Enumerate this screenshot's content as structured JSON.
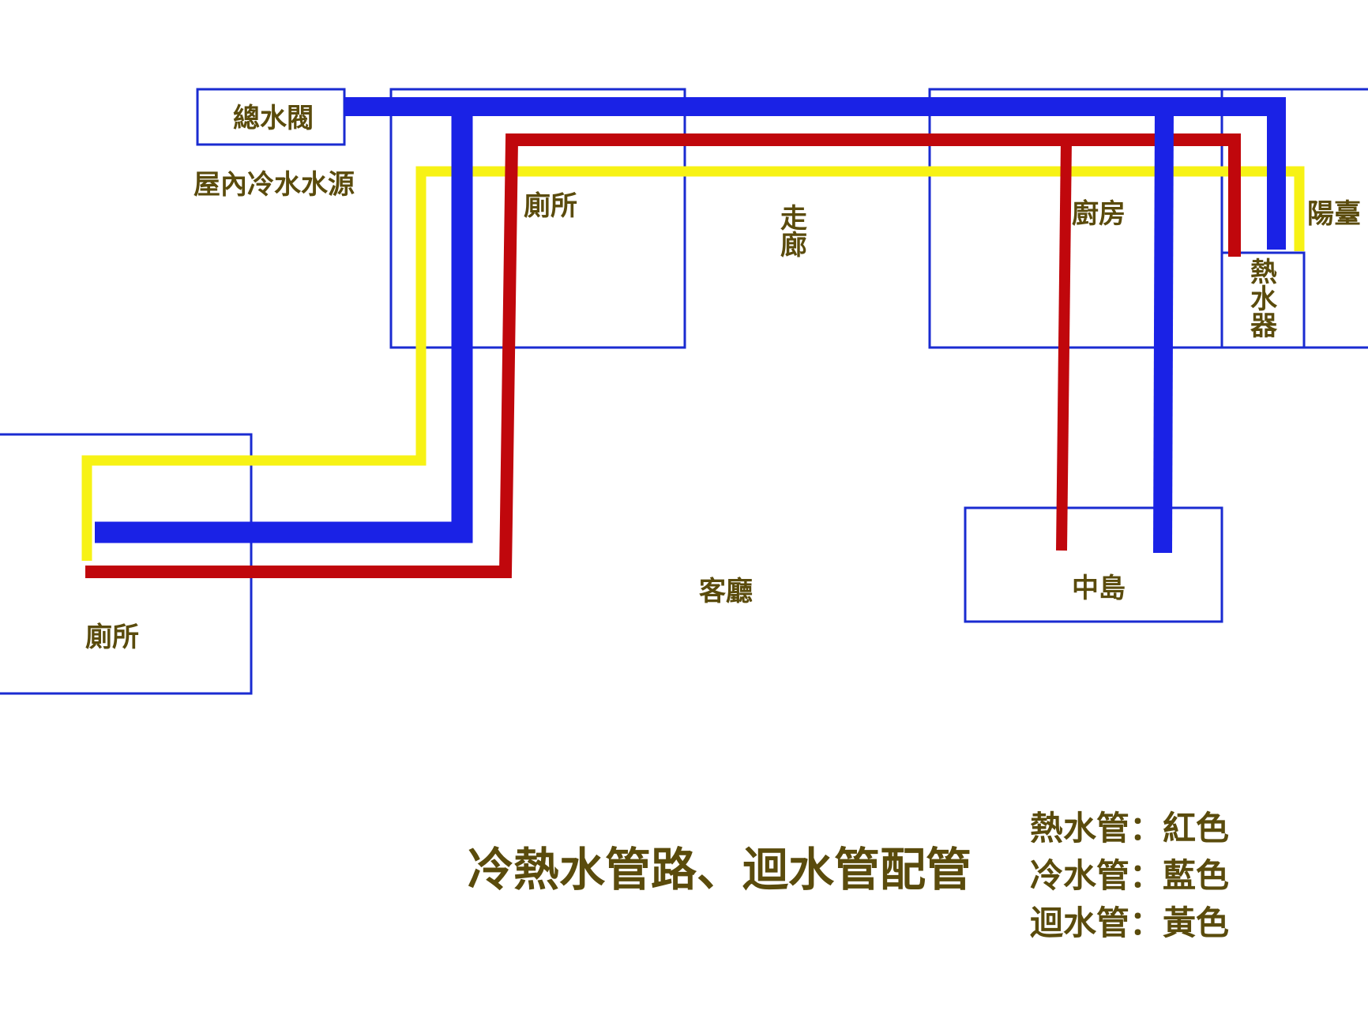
{
  "diagram": {
    "rooms": {
      "main_valve": "總水閥",
      "source_note": "屋內冷水水源",
      "toilet_top": "廁所",
      "corridor": "走廊",
      "kitchen": "廚房",
      "balcony": "陽臺",
      "water_heater": "熱水器",
      "toilet_left": "廁所",
      "living_room": "客廳",
      "island": "中島"
    },
    "pipes": {
      "cold": {
        "color": "#1a22e6"
      },
      "hot": {
        "color": "#c0070c"
      },
      "return": {
        "color": "#f7f215"
      }
    },
    "title": "冷熱水管路、迴水管配管",
    "legend": {
      "hot": "熱水管：紅色",
      "cold": "冷水管：藍色",
      "return": "迴水管：黃色"
    }
  }
}
